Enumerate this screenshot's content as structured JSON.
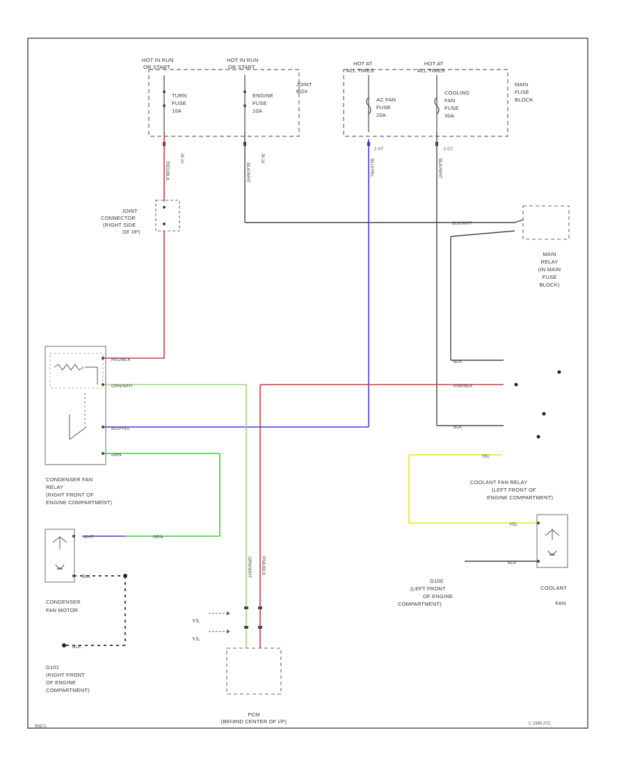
{
  "colors": {
    "red": "#e0303a",
    "blue": "#3a3ae6",
    "green": "#33cc33",
    "yellow": "#e8e800",
    "black": "#444444",
    "light_green": "#99dd77",
    "dash": "#555555"
  },
  "fuse_labels": {
    "hot_run_1": [
      "HOT IN RUN",
      "OR START"
    ],
    "hot_run_2": [
      "HOT IN RUN",
      "OR START"
    ],
    "hot_at_1": [
      "HOT AT",
      "ALL TIMES"
    ],
    "hot_at_2": [
      "HOT AT",
      "ALL TIMES"
    ],
    "turn_fuse": [
      "TURN",
      "FUSE",
      "10A"
    ],
    "engine_fuse": [
      "ENGINE",
      "FUSE",
      "10A"
    ],
    "ac_fan_fuse": [
      "AC FAN",
      "FUSE",
      "20A"
    ],
    "cooling_fan_fuse": [
      "COOLING",
      "FAN",
      "FUSE",
      "30A"
    ],
    "joint_box": [
      "JOINT",
      "BOX"
    ],
    "main_fuse_block": [
      "MAIN",
      "FUSE",
      "BLOCK"
    ]
  },
  "components": {
    "joint_connector": [
      "JOINT",
      "CONNECTOR",
      "(RIGHT SIDE",
      "OF I/P)"
    ],
    "main_relay": [
      "MAIN",
      "RELAY",
      "(IN MAIN",
      "FUSE",
      "BLOCK)"
    ],
    "condenser_relay": [
      "CONDENSER FAN",
      "RELAY",
      "(RIGHT FRONT OF",
      "ENGINE COMPARTMENT)"
    ],
    "coolant_relay": [
      "COOLANT FAN RELAY",
      "(LEFT FRONT OF",
      "ENGINE COMPARTMENT)"
    ],
    "condenser_motor": [
      "CONDENSER",
      "FAN MOTOR"
    ],
    "g101": [
      "G101",
      "(RIGHT FRONT",
      "OF ENGINE",
      "COMPARTMENT)"
    ],
    "g100": [
      "G100",
      "(LEFT FRONT",
      "OF ENGINE",
      "COMPARTMENT)"
    ],
    "coolant_fan": [
      "COOLANT",
      "FAN"
    ],
    "pcm": [
      "PCM",
      "(BEHIND CENTER OF I/P)"
    ]
  },
  "wire_labels": {
    "red_blk": "RED/BLK",
    "grn_wht": "GRN/WHT",
    "blu_yel": "BLU/YEL",
    "grn": "GRN",
    "blk_wht": "BLK/WHT",
    "pnk_blk": "PNK/BLK",
    "yel": "YEL",
    "blk": "BLK",
    "wht": "WHT",
    "grn2": "GRN",
    "blk2": "BLK",
    "blk3": "BLK",
    "pcm_left": "GRN/WHT",
    "pcm_right": "PNK/BLK",
    "vert_red": "RED/BLK",
    "vert_blk": "BLK/WHT",
    "vert_blu": "BLU/YEL",
    "vert_blk2": "BLK/WHT",
    "conn_1": "J8-10",
    "conn_2": "J8-16",
    "conn_3": "2 GT",
    "conn_4": "2 GT",
    "pcm_in_1": "Y/L",
    "pcm_in_2": "Y/L"
  },
  "footer": {
    "left_id": "95671",
    "right_id": "C 1995 ATC"
  }
}
